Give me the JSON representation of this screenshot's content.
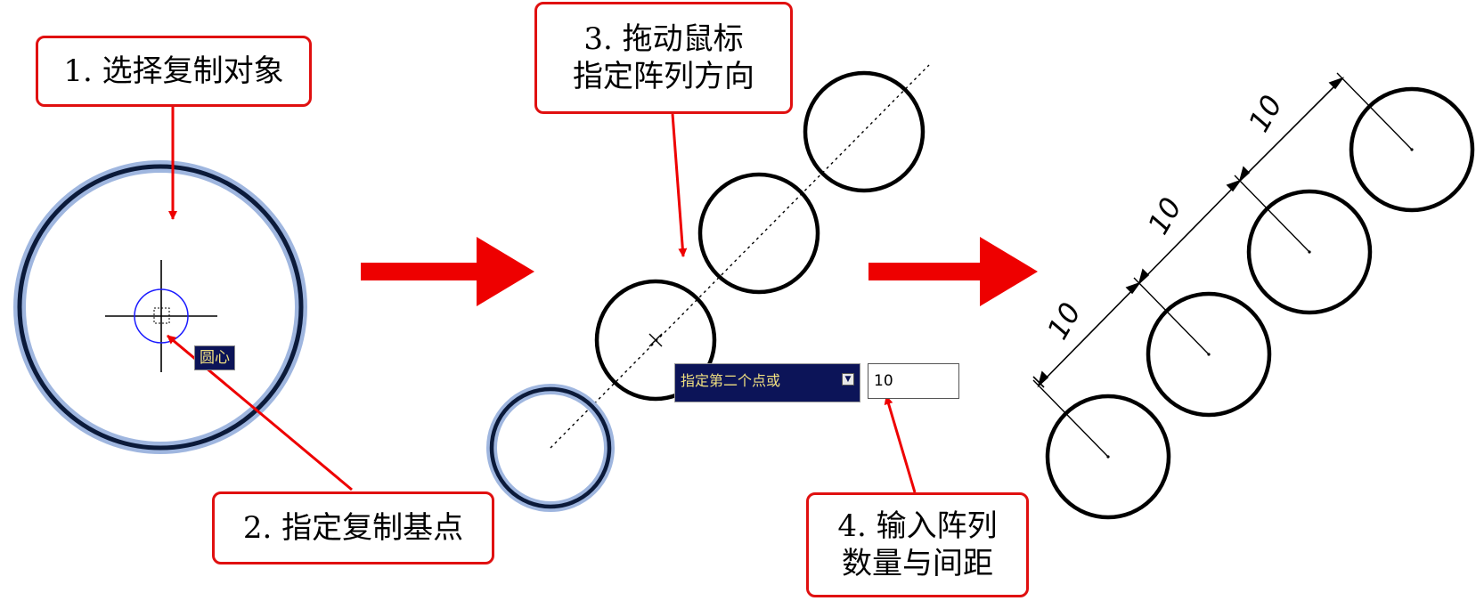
{
  "callouts": {
    "step1": "1. 选择复制对象",
    "step2": "2. 指定复制基点",
    "step3_line1": "3. 拖动鼠标",
    "step3_line2": "指定阵列方向",
    "step4_line1": "4. 输入阵列",
    "step4_line2": "数量与间距"
  },
  "osnap_tooltip": "圆心",
  "command_prompt": {
    "label": "指定第二个点或",
    "dropdown_icon": "dropdown-icon",
    "input_value": "10"
  },
  "dimensions": [
    "10",
    "10",
    "10"
  ],
  "colors": {
    "callout_border": "#e01010",
    "arrow": "#ee0000",
    "selection_highlight": "#9fb6df",
    "cursor_circle": "#1a1aff",
    "tooltip_bg": "#0c1458",
    "tooltip_text": "#f0e080"
  }
}
